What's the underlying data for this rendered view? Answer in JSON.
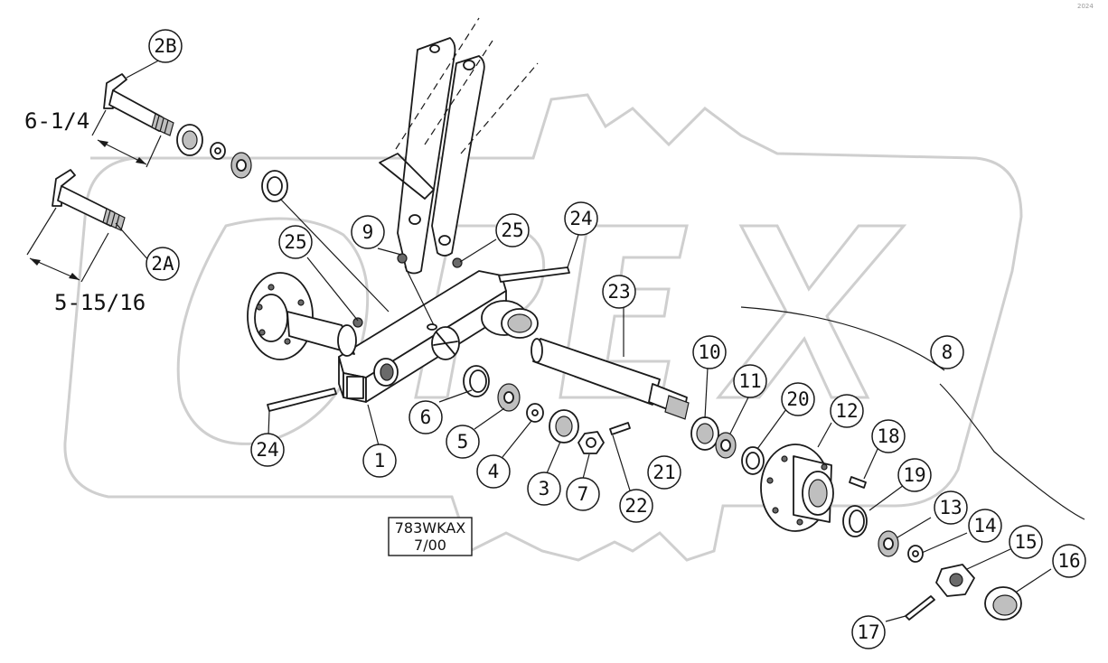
{
  "callouts": [
    "2B",
    "2A",
    "25",
    "9",
    "25",
    "24",
    "23",
    "10",
    "11",
    "20",
    "12",
    "8",
    "18",
    "19",
    "13",
    "14",
    "15",
    "16",
    "17",
    "1",
    "24",
    "6",
    "5",
    "4",
    "3",
    "7",
    "22",
    "21"
  ],
  "dimensions": {
    "upper": "6-1/4",
    "lower": "5-15/16"
  },
  "stamp": {
    "code": "783WKAX",
    "date": "7/00"
  },
  "watermark": "OREX",
  "corner_mark": "2024",
  "colors": {
    "line": "#1a1a1a",
    "watermark": "#cfcfcf",
    "background": "#ffffff"
  }
}
